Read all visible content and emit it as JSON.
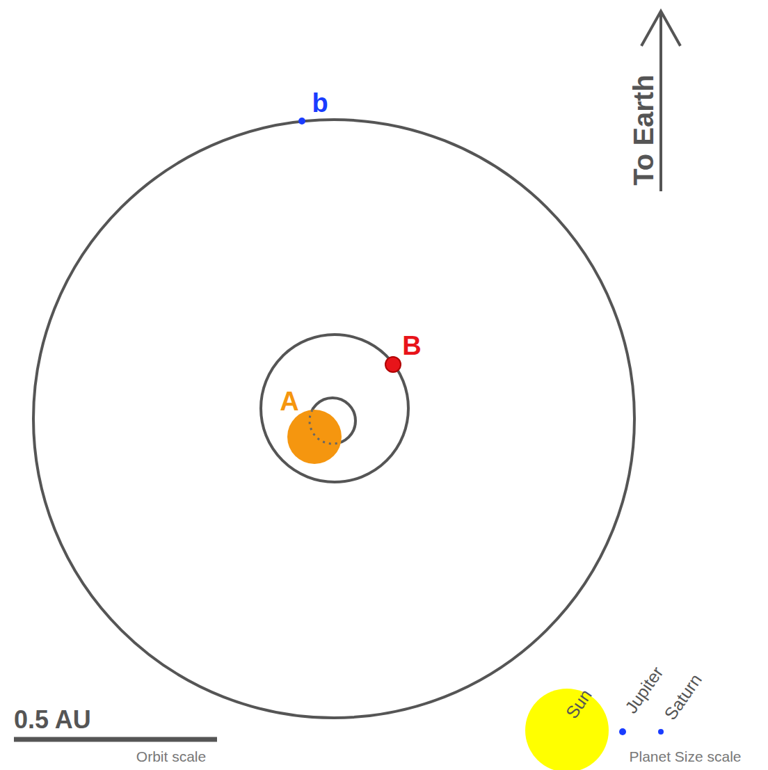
{
  "diagram": {
    "nodes": [
      {
        "text": [
          "b"
        ]
      },
      {
        "text": [
          "B"
        ]
      },
      {
        "text": [
          "A"
        ]
      },
      {
        "text": [
          "Sun"
        ]
      },
      {
        "text": [
          "Jupiter"
        ]
      },
      {
        "text": [
          "Saturn"
        ]
      }
    ],
    "labels": [
      "To Earth",
      "0.5 AU",
      "Orbit scale",
      "Planet Size scale"
    ]
  }
}
